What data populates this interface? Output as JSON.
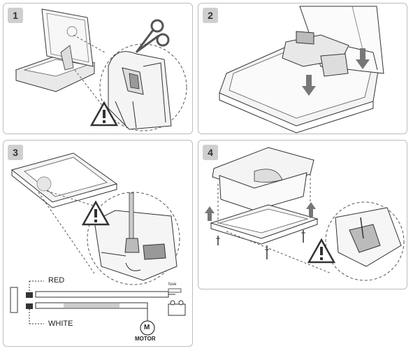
{
  "steps": [
    {
      "number": "1"
    },
    {
      "number": "2"
    },
    {
      "number": "3"
    },
    {
      "number": "4"
    }
  ],
  "wiring": {
    "red_label": "RED",
    "white_label": "WHITE",
    "motor_label": "MOTOR",
    "motor_symbol": "M",
    "fuse_label": "fuse"
  },
  "colors": {
    "border": "#bdbdbd",
    "badge": "#cfcfcf",
    "line": "#333333",
    "arrow": "#777777"
  },
  "icons": [
    "scissors-icon",
    "warning-icon",
    "down-arrow-icon",
    "up-arrow-icon"
  ]
}
